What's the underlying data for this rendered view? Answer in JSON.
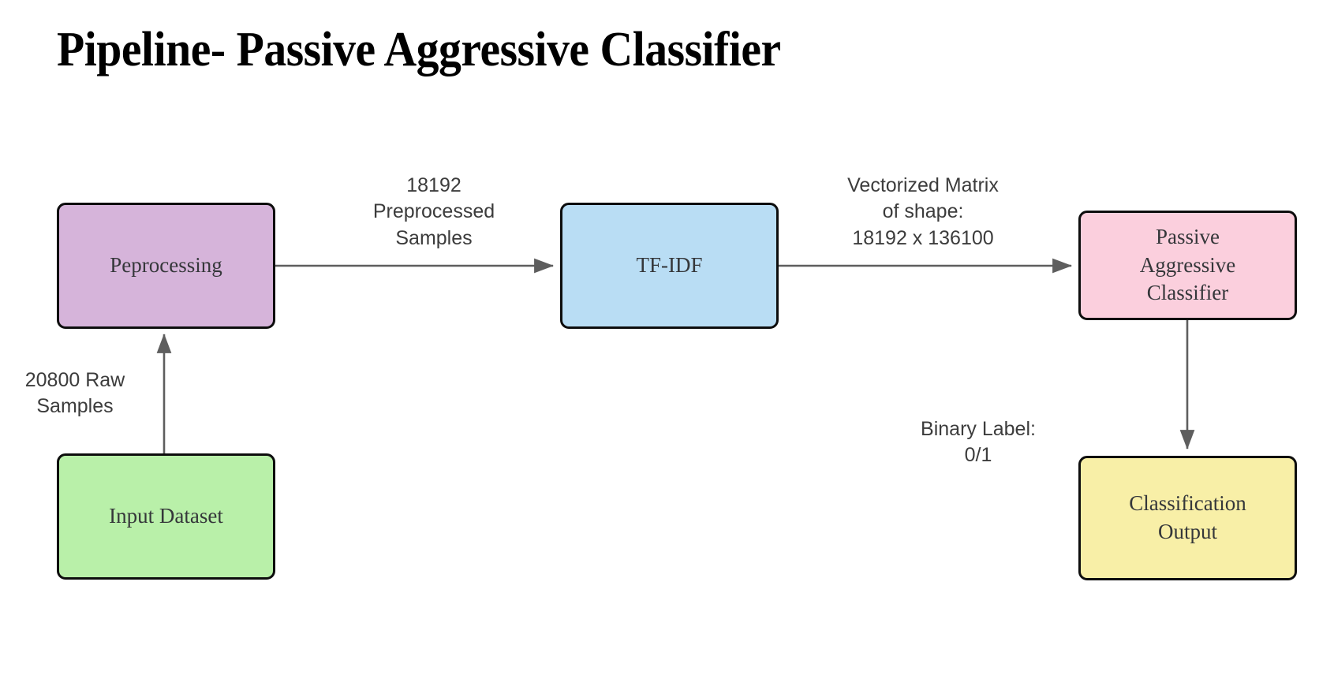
{
  "title": "Pipeline- Passive Aggressive Classifier",
  "diagram": {
    "type": "flowchart",
    "nodes": [
      {
        "id": "preprocessing",
        "label": "Peprocessing",
        "color": "#d6b4da",
        "border": "#0d0d0d"
      },
      {
        "id": "tfidf",
        "label": "TF-IDF",
        "color": "#b9ddf4",
        "border": "#0d0d0d"
      },
      {
        "id": "classifier",
        "label": "Passive\nAggressive\nClassifier",
        "color": "#fbcfdd",
        "border": "#0d0d0d"
      },
      {
        "id": "input_dataset",
        "label": "Input Dataset",
        "color": "#b9f0a9",
        "border": "#0d0d0d"
      },
      {
        "id": "output",
        "label": "Classification\nOutput",
        "color": "#f8efa7",
        "border": "#0d0d0d"
      }
    ],
    "edges": [
      {
        "id": "e1",
        "from": "input_dataset",
        "to": "preprocessing",
        "label": "20800 Raw\nSamples",
        "direction": "up"
      },
      {
        "id": "e2",
        "from": "preprocessing",
        "to": "tfidf",
        "label": "18192\nPreprocessed\nSamples",
        "direction": "right"
      },
      {
        "id": "e3",
        "from": "tfidf",
        "to": "classifier",
        "label": "Vectorized Matrix\nof shape:\n18192 x 136100",
        "direction": "right"
      },
      {
        "id": "e4",
        "from": "classifier",
        "to": "output",
        "label": "Binary Label:\n0/1",
        "direction": "down"
      }
    ],
    "edge_color": "#5e5e5e",
    "text_color": "#35373a",
    "label_color": "#3c3c3c",
    "background": "#ffffff"
  }
}
